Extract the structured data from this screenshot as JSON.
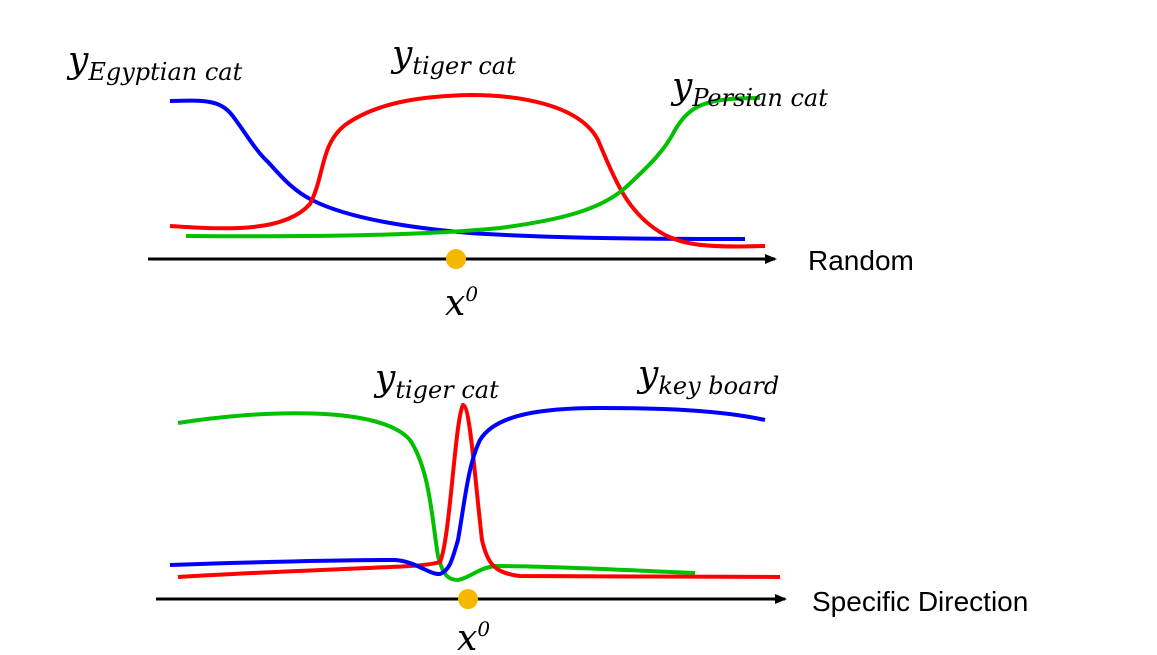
{
  "colors": {
    "red": "#ff0000",
    "blue": "#0000ff",
    "green": "#00c000",
    "axis": "#000000",
    "point": "#f5b800"
  },
  "top_panel": {
    "axis_label": "Random",
    "point_label": {
      "base": "x",
      "sup": "0"
    },
    "labels": [
      {
        "base": "y",
        "sub": "Egyptian cat"
      },
      {
        "base": "y",
        "sub": "tiger cat"
      },
      {
        "base": "y",
        "sub": "Persian cat"
      }
    ]
  },
  "bottom_panel": {
    "axis_label": "Specific Direction",
    "point_label": {
      "base": "x",
      "sup": "0"
    },
    "labels": [
      {
        "base": "y",
        "sub": "tiger cat"
      },
      {
        "base": "y",
        "sub": "key board"
      }
    ]
  }
}
